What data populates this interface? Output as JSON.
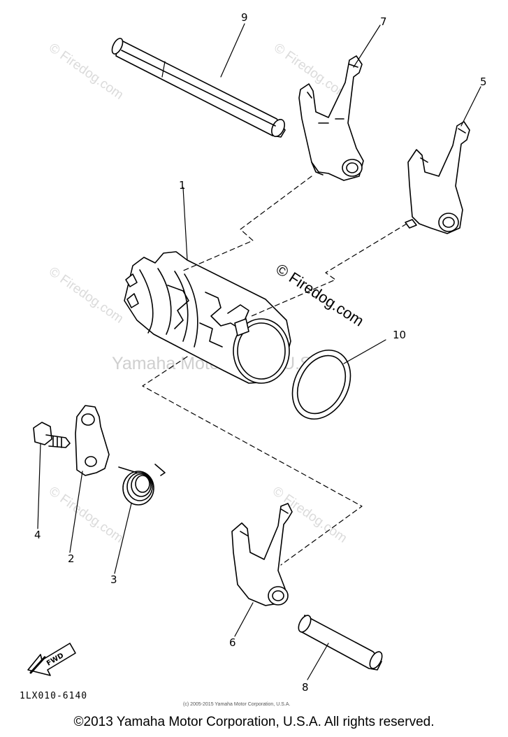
{
  "watermarks": {
    "firedog": "© Firedog.com",
    "company": "Yamaha Motor Corp., U.S.A."
  },
  "callouts": {
    "c1": "1",
    "c2": "2",
    "c3": "3",
    "c4": "4",
    "c5": "5",
    "c6": "6",
    "c7": "7",
    "c8": "8",
    "c9": "9",
    "c10": "10"
  },
  "fwd_label": "FWD",
  "part_code": "1LX010-6140",
  "small_copyright": "(c) 2005-2015 Yamaha Motor Corporation, U.S.A.",
  "footer_copyright": "©2013 Yamaha Motor Corporation, U.S.A. All rights reserved."
}
